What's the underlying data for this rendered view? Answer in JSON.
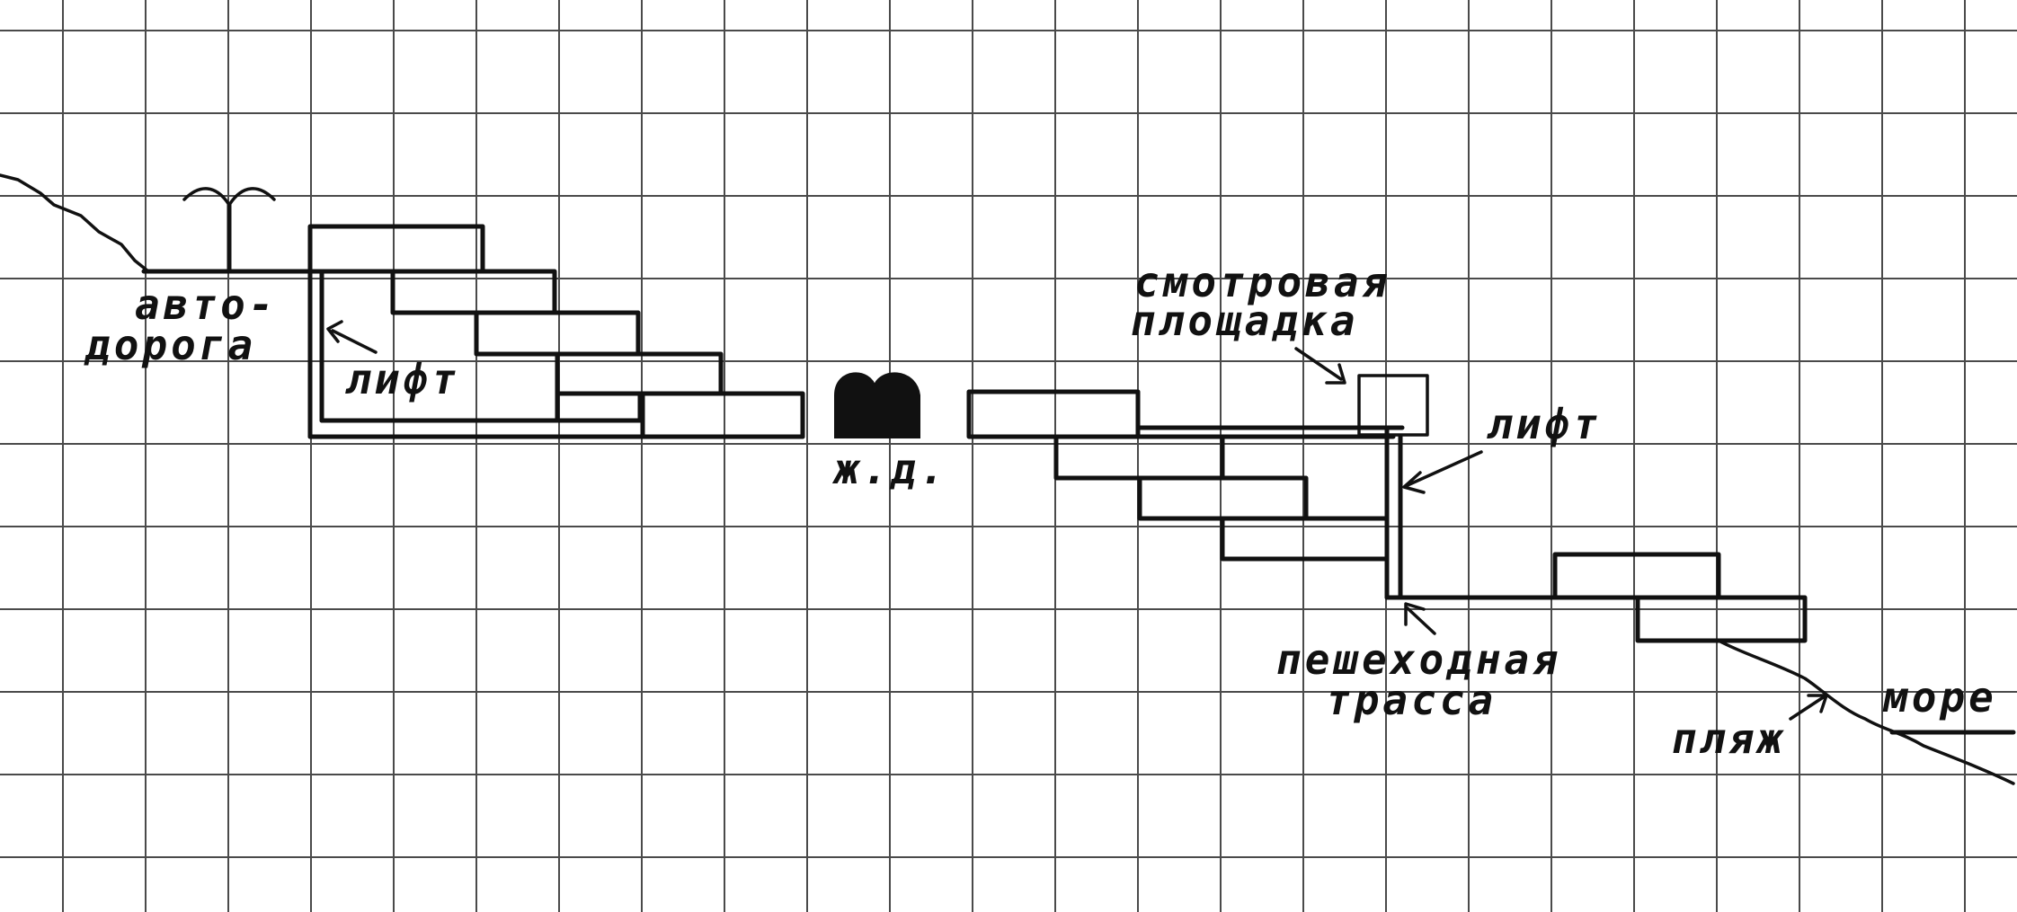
{
  "labels": {
    "road_line1": "авто-",
    "road_line2": "дорога",
    "lift_left": "лифт",
    "railway": "ж.д.",
    "viewpoint_line1": "смотровая",
    "viewpoint_line2": "площадка",
    "lift_right": "лифт",
    "path_line1": "пешеходная",
    "path_line2": "трасса",
    "beach": "пляж",
    "sea": "море"
  }
}
